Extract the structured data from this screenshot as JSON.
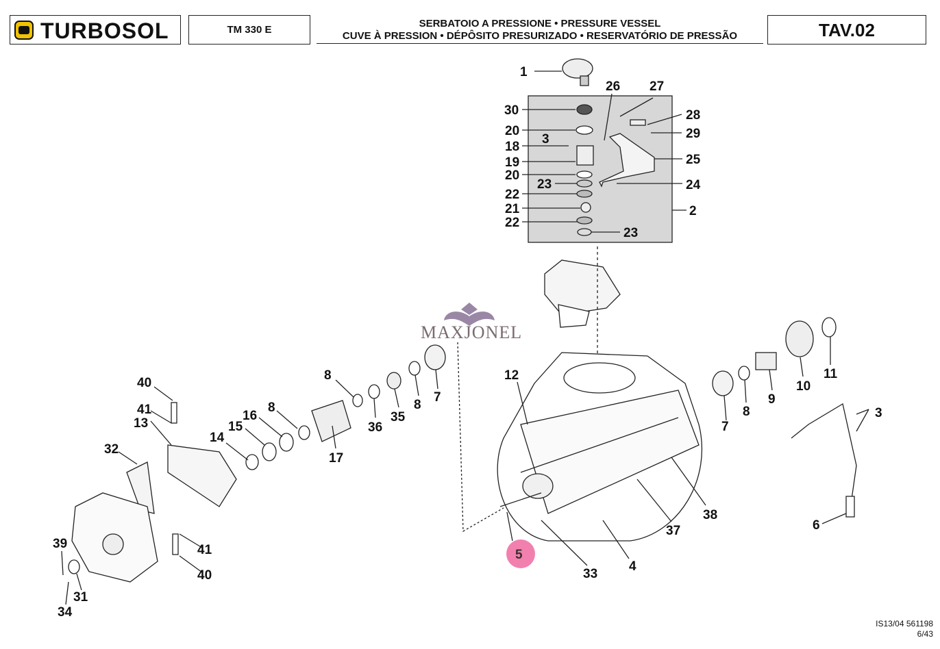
{
  "header": {
    "brand": "TURBOSOL",
    "model": "TM 330 E",
    "title_line1": "SERBATOIO A PRESSIONE • PRESSURE VESSEL",
    "title_line2": "CUVE À PRESSION • DÉPÔSITO PRESURIZADO • RESERVATÓRIO DE PRESSÃO",
    "plate": "TAV.02"
  },
  "watermark": "MAXJONEL",
  "callout": {
    "text": "5",
    "color": "#f06aa0"
  },
  "footer": {
    "line1": "IS13/04 561198",
    "line2": "6/43"
  },
  "labels": {
    "l1": "1",
    "l2": "2",
    "l3a": "3",
    "l3b": "3",
    "l4": "4",
    "l6": "6",
    "l7a": "7",
    "l7b": "7",
    "l8a": "8",
    "l8b": "8",
    "l8c": "8",
    "l8d": "8",
    "l9": "9",
    "l10": "10",
    "l11": "11",
    "l12": "12",
    "l13": "13",
    "l14": "14",
    "l15": "15",
    "l16": "16",
    "l17": "17",
    "l18": "18",
    "l19": "19",
    "l20a": "20",
    "l20b": "20",
    "l21": "21",
    "l22a": "22",
    "l22b": "22",
    "l23a": "23",
    "l23b": "23",
    "l24": "24",
    "l25": "25",
    "l26": "26",
    "l27": "27",
    "l28": "28",
    "l29": "29",
    "l30": "30",
    "l31": "31",
    "l32": "32",
    "l33": "33",
    "l34": "34",
    "l35": "35",
    "l36": "36",
    "l37": "37",
    "l38": "38",
    "l39": "39",
    "l40a": "40",
    "l40b": "40",
    "l41a": "41",
    "l41b": "41"
  }
}
